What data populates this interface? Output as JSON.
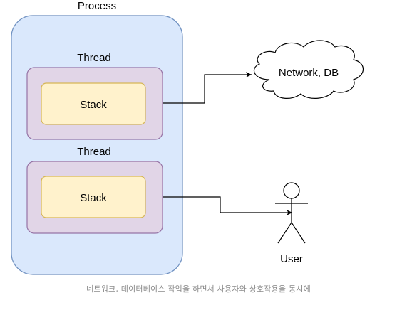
{
  "diagram": {
    "process_label": "Process",
    "thread1_label": "Thread",
    "thread2_label": "Thread",
    "stack1_label": "Stack",
    "stack2_label": "Stack",
    "cloud_label": "Network, DB",
    "user_label": "User"
  },
  "caption": "네트워크, 데이터베이스 작업을 하면서 사용자와 상호작용을 동시에",
  "colors": {
    "process_fill": "#dae8fc",
    "process_stroke": "#6c8ebf",
    "thread_fill": "#e1d5e7",
    "thread_stroke": "#9673a6",
    "stack_fill": "#fff2cc",
    "stack_stroke": "#d6b656",
    "line": "#000000"
  }
}
